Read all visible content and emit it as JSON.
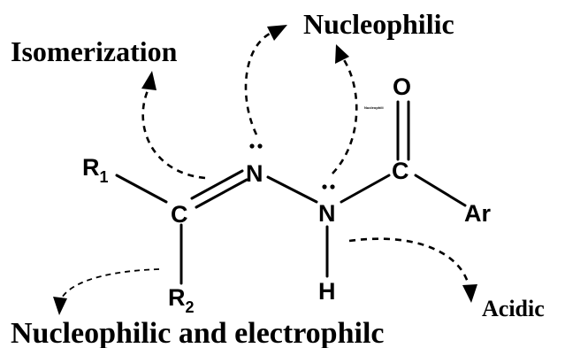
{
  "labels": {
    "isomerization": "Isomerization",
    "nucleophilic_top": "Nucleophilic",
    "nucleophilic_small": "Nucleophili",
    "acidic": "Acidic",
    "nucleophilic_electrophilic": "Nucleophilic and electrophilc"
  },
  "atoms": {
    "r1": "R",
    "r1_sub": "1",
    "r2": "R",
    "r2_sub": "2",
    "c_imine": "C",
    "n_imine": "N",
    "n_amide": "N",
    "c_carbonyl": "C",
    "o": "O",
    "ar": "Ar",
    "h": "H"
  }
}
